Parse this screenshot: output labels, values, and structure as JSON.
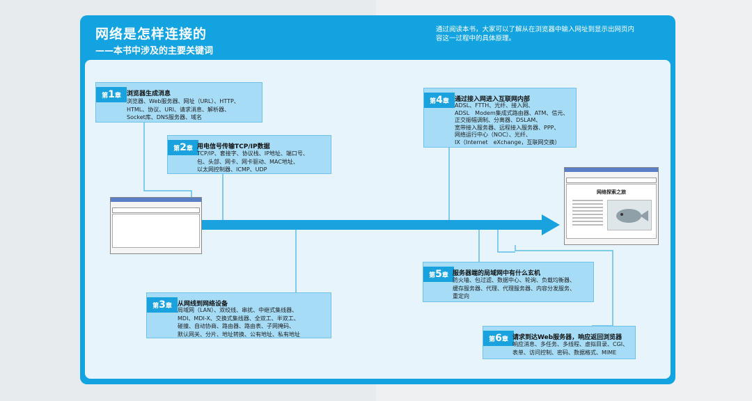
{
  "header": {
    "title": "网络是怎样连接的",
    "subtitle": "——本书中涉及的主要关键词",
    "intro_lines": [
      "通过阅读本书，大家可以了解从在浏览器中输入网址到显示出网页内",
      "容这一过程中的具体原理。"
    ]
  },
  "chapters": [
    {
      "prefix": "第",
      "num": "1",
      "suffix": "章",
      "title": "浏览器生成消息",
      "lines": [
        "浏览器、Web服务器、网址（URL）、HTTP、",
        "HTML、协议、URI、请求消息、解析器、",
        "Socket库、DNS服务器、域名"
      ]
    },
    {
      "prefix": "第",
      "num": "2",
      "suffix": "章",
      "title": "用电信号传输TCP/IP数据",
      "lines": [
        "TCP/IP、套接字、协议栈、IP地址、端口号、",
        "包、头部、网卡、网卡驱动、MAC地址、",
        "以太网控制器、ICMP、UDP"
      ]
    },
    {
      "prefix": "第",
      "num": "3",
      "suffix": "章",
      "title": "从网线到网络设备",
      "lines": [
        "局域网（LAN）、双绞线、串扰、中继式集线器、",
        "MDI、MDI-X、交换式集线器、全双工、半双工、",
        "碰撞、自动协商、路由器、路由表、子网掩码、",
        "默认网关、分片、地址转换、公有地址、私有地址"
      ]
    },
    {
      "prefix": "第",
      "num": "4",
      "suffix": "章",
      "title": "通过接入网进入互联网内部",
      "lines": [
        "ADSL、FTTH、光纤、接入网、",
        "ADSL　Modem集成式路由器、ATM、信元、",
        "正交振幅调制、分离器、DSLAM、",
        "宽带接入服务器、远程接入服务器、PPP、",
        "网络运行中心（NOC）、光纤、",
        "IX（Internet　eXchange，互联网交换）"
      ]
    },
    {
      "prefix": "第",
      "num": "5",
      "suffix": "章",
      "title": "服务器端的局域网中有什么玄机",
      "lines": [
        "防火墙、包过滤、数据中心、轮询、负载均衡器、",
        "缓存服务器、代理、代理服务器、内容分发服务、",
        "重定向"
      ]
    },
    {
      "prefix": "第",
      "num": "6",
      "suffix": "章",
      "title": "请求到达Web服务器，响应返回浏览器",
      "lines": [
        "响应消息、多任务、多线程、虚拟目录、CGI、",
        "表单、访问控制、密码、数据格式、MIME"
      ]
    }
  ],
  "browser_right": {
    "page_heading": "网络探索之旅"
  },
  "colors": {
    "frame": "#12a3e0",
    "box": "#a6dcf6",
    "tag": "#1aa2de",
    "arrow": "#1aa2de"
  }
}
